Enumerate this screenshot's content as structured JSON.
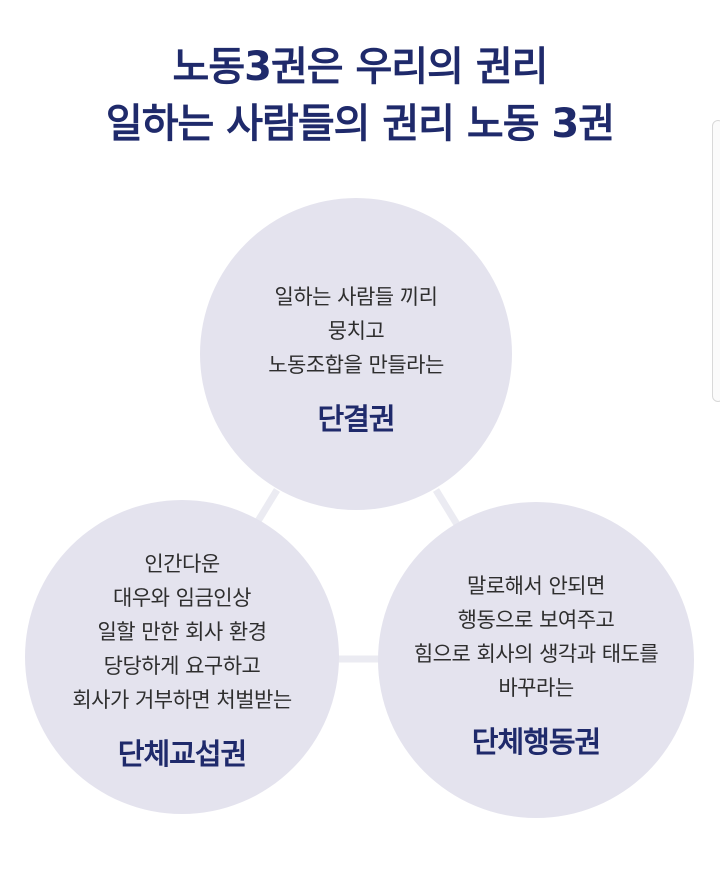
{
  "title": {
    "line1": "노동3권은 우리의 권리",
    "line2": "일하는 사람들의 권리 노동 3권"
  },
  "colors": {
    "title": "#1f2a6b",
    "circle_fill": "#e4e3ee",
    "connector": "#ebebf2",
    "body_text": "#2e2e2e"
  },
  "rights": {
    "association": {
      "lines": [
        "일하는 사람들 끼리",
        "뭉치고",
        "노동조합을 만들라는"
      ],
      "term": "단결권"
    },
    "bargaining": {
      "lines": [
        "인간다운",
        "대우와 임금인상",
        "일할 만한 회사 환경",
        "당당하게 요구하고",
        "회사가 거부하면 처벌받는"
      ],
      "term": "단체교섭권"
    },
    "action": {
      "lines": [
        "말로해서 안되면",
        "행동으로 보여주고",
        "힘으로 회사의 생각과 태도를",
        "바꾸라는"
      ],
      "term": "단체행동권"
    }
  }
}
